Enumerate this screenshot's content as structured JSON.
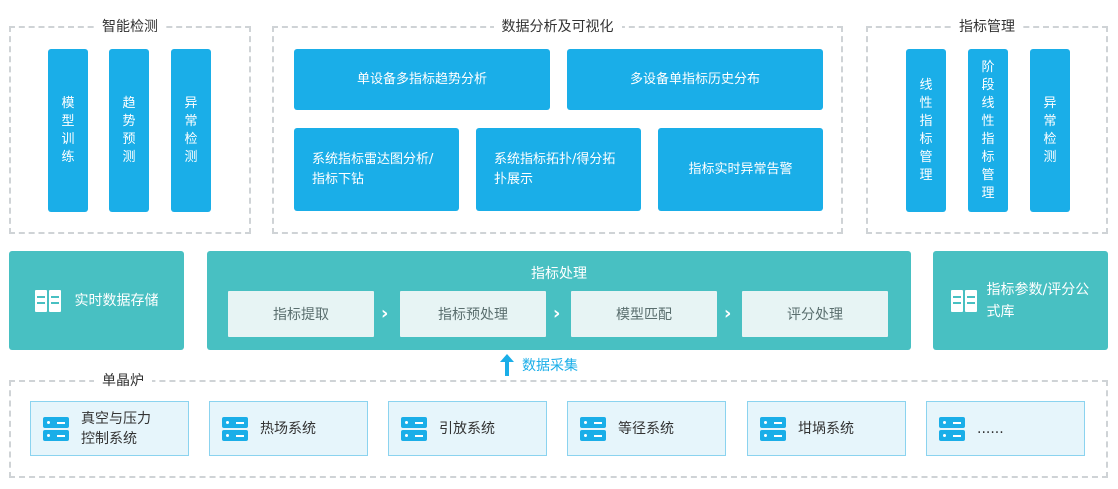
{
  "smart_detection": {
    "title": "智能检测",
    "tiles": [
      "模型训练",
      "趋势预测",
      "异常检测"
    ]
  },
  "analysis": {
    "title": "数据分析及可视化",
    "row1": [
      "单设备多指标趋势分析",
      "多设备单指标历史分布"
    ],
    "row2": [
      "系统指标雷达图分析/指标下钻",
      "系统指标拓扑/得分拓扑展示",
      "指标实时异常告警"
    ]
  },
  "indicator_mgmt": {
    "title": "指标管理",
    "tiles": [
      "线性指标管理",
      "阶段线性指标管理",
      "异常检测"
    ]
  },
  "storage": {
    "label": "实时数据存储",
    "icon": "book-icon"
  },
  "processing": {
    "title": "指标处理",
    "steps": [
      "指标提取",
      "指标预处理",
      "模型匹配",
      "评分处理"
    ]
  },
  "formula_lib": {
    "label": "指标参数/评分公式库",
    "icon": "book-icon"
  },
  "collection": {
    "label": "数据采集",
    "icon": "up-arrow-icon"
  },
  "furnace": {
    "title": "单晶炉",
    "systems": [
      "真空与压力控制系统",
      "热场系统",
      "引放系统",
      "等径系统",
      "坩埚系统",
      "......"
    ]
  },
  "colors": {
    "blue": "#1aaee8",
    "teal": "#48c0c2",
    "light_teal": "#e7f4f4",
    "light_blue": "#e6f5fb"
  }
}
